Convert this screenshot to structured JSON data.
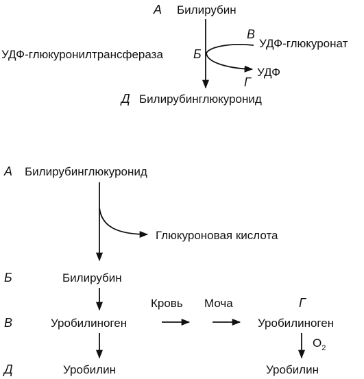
{
  "top": {
    "a": {
      "letter": "А",
      "text": "Билирубин"
    },
    "b": {
      "letter": "Б",
      "text": "УДФ-глюкуронилтрансфераза"
    },
    "v": {
      "letter": "В",
      "text": "УДФ-глюкуронат"
    },
    "g": {
      "letter": "Г",
      "text": "УДФ"
    },
    "d": {
      "letter": "Д",
      "text": "Билирубинглюкуронид"
    }
  },
  "bottom": {
    "a": {
      "letter": "А",
      "text": "Билирубинглюкуронид"
    },
    "side": "Глюкуроновая кислота",
    "b": {
      "letter": "Б",
      "text": "Билирубин"
    },
    "v": {
      "letter": "В",
      "text": "Уробилиноген"
    },
    "blood": "Кровь",
    "urine": "Моча",
    "g": {
      "letter": "Г",
      "text": "Уробилиноген"
    },
    "o2": {
      "main": "O",
      "sub": "2"
    },
    "d": {
      "letter": "Д",
      "text": "Уробилин"
    },
    "d2": "Уробилин"
  }
}
